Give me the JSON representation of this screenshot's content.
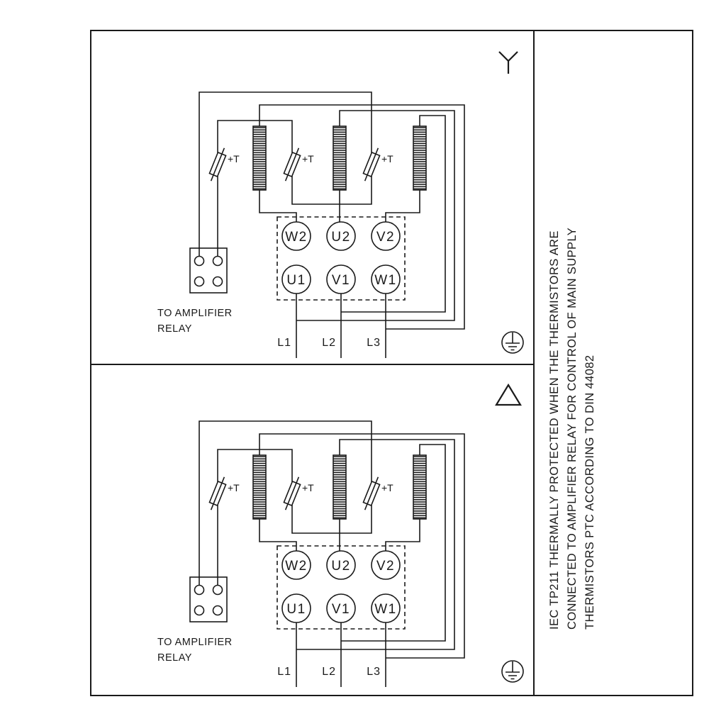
{
  "diagram": {
    "side_note_lines": [
      "IEC TP211 THERMALLY PROTECTED WHEN THE THERMISTORS ARE",
      "CONNECTED TO AMPLIFIER RELAY FOR CONTROL OF MAIN SUPPLY",
      "THERMISTORS PTC ACCORDING TO DIN 44082"
    ],
    "panels": [
      {
        "connection": "star",
        "symbol": "star-icon",
        "terminals_top": [
          "W2",
          "U2",
          "V2"
        ],
        "terminals_bottom": [
          "U1",
          "V1",
          "W1"
        ],
        "thermistor_label": "+T",
        "supply": [
          "L1",
          "L2",
          "L3"
        ],
        "relay_note": [
          "TO AMPLIFIER",
          "RELAY"
        ]
      },
      {
        "connection": "delta",
        "symbol": "delta-icon",
        "terminals_top": [
          "W2",
          "U2",
          "V2"
        ],
        "terminals_bottom": [
          "U1",
          "V1",
          "W1"
        ],
        "thermistor_label": "+T",
        "supply": [
          "L1",
          "L2",
          "L3"
        ],
        "relay_note": [
          "TO AMPLIFIER",
          "RELAY"
        ]
      }
    ],
    "colors": {
      "line": "#1a1a1a",
      "background": "#ffffff"
    }
  }
}
